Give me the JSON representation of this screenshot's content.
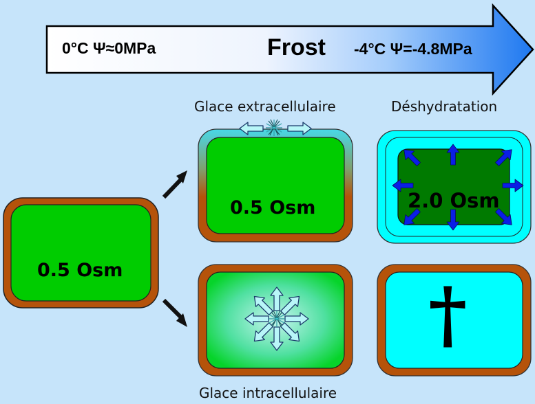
{
  "arrow": {
    "left_label": "0°C Ψ≈0MPa",
    "center_label": "Frost",
    "right_label": "-4°C Ψ=-4.8MPa"
  },
  "captions": {
    "extracellular_ice": "Glace extracellulaire",
    "dehydration": "Déshydratation",
    "intracellular_ice": "Glace intracellulaire"
  },
  "cells": {
    "initial": "0.5 Osm",
    "extracellular": "0.5 Osm",
    "dehydrated": "2.0 Osm",
    "dead_symbol": "†"
  },
  "colors": {
    "background": "#c6e4fa",
    "cell_green": "#00cc00",
    "dark_green": "#007a00",
    "wall_brown": "#b5530a",
    "ice_cyan": "#00ffff",
    "arrow_blue": "#1f7fff",
    "water_arrow": "#0a1ee6"
  }
}
